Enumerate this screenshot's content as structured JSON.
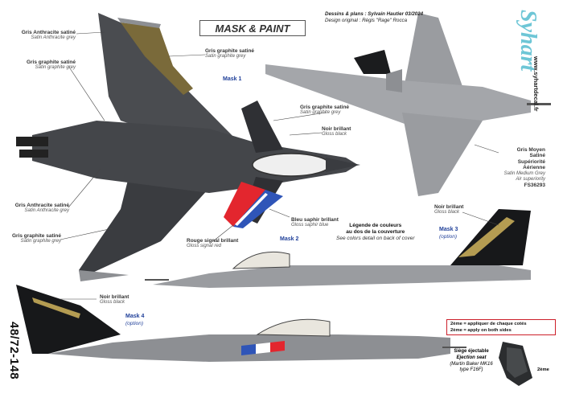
{
  "title": "MASK & PAINT",
  "credits": {
    "line1": "Dessins & plans : Sylvain Hautier 03/2024",
    "line2": "Design original : Régis \"Rage\" Rocca"
  },
  "brand": "Syhart",
  "website": "www.syhartdecal.fr",
  "scale_ref": "48/72-148",
  "colors": {
    "anthracite": "#3a3c40",
    "graphite": "#56585c",
    "medium_grey": "#9a9ca0",
    "gloss_black": "#17181a",
    "signal_red": "#e3262e",
    "saphir_blue": "#2f55b8",
    "gold_line": "#b49c52",
    "brand_cyan": "#6ec6d6",
    "mask_blue": "#1f3f99",
    "note_red": "#cc1f2a"
  },
  "labels": {
    "top_anthracite_1": {
      "title": "Gris Anthracite satiné",
      "sub": "Satin Anthracite grey"
    },
    "top_graphite_1": {
      "title": "Gris graphite satiné",
      "sub": "Satin graphite grey"
    },
    "top_graphite_2": {
      "title": "Gris graphite satiné",
      "sub": "Satin graphite grey"
    },
    "top_graphite_3": {
      "title": "Gris graphite satiné",
      "sub": "Satin graphite grey"
    },
    "top_anthracite_2": {
      "title": "Gris Anthracite satiné",
      "sub": "Satin Anthracite grey"
    },
    "top_graphite_4": {
      "title": "Gris graphite satiné",
      "sub": "Satin graphite grey"
    },
    "noir_brillant_1": {
      "title": "Noir brillant",
      "sub": "Gloss black"
    },
    "gris_moyen": {
      "title": "Gris Moyen Satiné",
      "title2": "Supériorité Aérienne",
      "sub": "Satin Medium Grey",
      "sub2": "Air superiority",
      "ref": "FS36293"
    },
    "bleu_saphir": {
      "title": "Bleu saphir brillant",
      "sub": "Gloss saphir blue"
    },
    "rouge_signal": {
      "title": "Rouge signal brillant",
      "sub": "Gloss signal red"
    },
    "noir_brillant_2": {
      "title": "Noir brillant",
      "sub": "Gloss black"
    },
    "noir_brillant_3": {
      "title": "Noir brillant",
      "sub": "Gloss black"
    }
  },
  "masks": {
    "mask1": "Mask 1",
    "mask2": "Mask 2",
    "mask3": "Mask 3",
    "mask3_opt": "(option)",
    "mask4": "Mask 4",
    "mask4_opt": "(option)"
  },
  "legend": {
    "line1": "Légende de couleurs",
    "line2": "au dos de la couverture",
    "line3": "See colors detail on back of cover"
  },
  "note": {
    "line1": "2ème = appliquer de chaque cotés",
    "line2": "2ème = apply on both sides"
  },
  "seat": {
    "line1": "Siège éjectable",
    "line2": "Ejection seat",
    "line3": "(Martin Baker MK16",
    "line4": "type F16F)",
    "tag": "2ème"
  }
}
